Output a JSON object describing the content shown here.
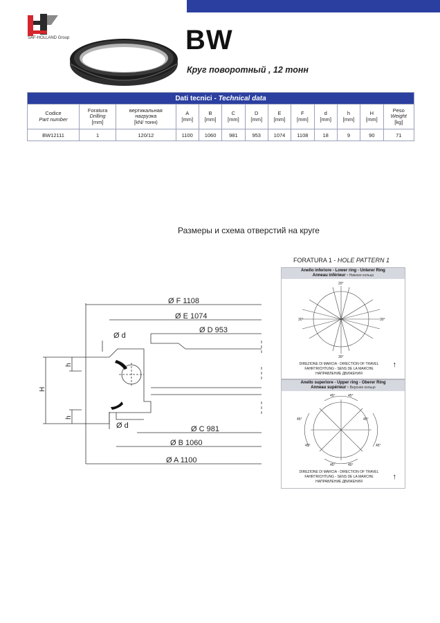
{
  "header": {
    "brand_caption": "SAF-HOLLAND Group",
    "product_code": "BW",
    "product_subtitle": "Круг поворотный , 12 тонн"
  },
  "tech_table": {
    "banner_it": "Dati tecnici - ",
    "banner_en": "Technical data",
    "columns": [
      {
        "l1": "Codice",
        "l2": "Part number",
        "l3": ""
      },
      {
        "l1": "Foratura",
        "l2": "Drilling",
        "l3": "[mm]"
      },
      {
        "l1": "вертикальная",
        "l2": "нагрузка",
        "l3": "[kN/ тонн)"
      },
      {
        "l1": "A",
        "l2": "",
        "l3": "[mm]"
      },
      {
        "l1": "B",
        "l2": "",
        "l3": "[mm]"
      },
      {
        "l1": "C",
        "l2": "",
        "l3": "[mm]"
      },
      {
        "l1": "D",
        "l2": "",
        "l3": "[mm]"
      },
      {
        "l1": "E",
        "l2": "",
        "l3": "[mm]"
      },
      {
        "l1": "F",
        "l2": "",
        "l3": "[mm]"
      },
      {
        "l1": "d",
        "l2": "",
        "l3": "[mm]"
      },
      {
        "l1": "h",
        "l2": "",
        "l3": "[mm]"
      },
      {
        "l1": "H",
        "l2": "",
        "l3": "[mm]"
      },
      {
        "l1": "Peso",
        "l2": "Weight",
        "l3": "[kg]"
      }
    ],
    "row": [
      "BW12111",
      "1",
      "120/12",
      "1100",
      "1060",
      "981",
      "953",
      "1074",
      "1108",
      "18",
      "9",
      "90",
      "71"
    ]
  },
  "diagram": {
    "caption": "Размеры и схема отверстий на круге",
    "dims": {
      "F": "Ø F 1108",
      "E": "Ø E 1074",
      "D": "Ø D 953",
      "C": "Ø C 981",
      "B": "Ø B 1060",
      "A": "Ø A 1100",
      "d_top": "Ø d",
      "d_bottom": "Ø d",
      "h_top": "h",
      "h_bottom": "h",
      "H": "H"
    }
  },
  "hole_pattern": {
    "title_prefix": "FORATURA 1 - ",
    "title_italic": "HOLE PATTERN 1",
    "lower": {
      "head1": "Anello inferiore - Lower ring - Unterer Ring",
      "head2": "Anneau inférieur - ",
      "head2_ru": "Нижнее кольцо",
      "angle_top": "20°",
      "angle_left": "30°",
      "angle_right": "30°",
      "angle_bottom": "30°"
    },
    "upper": {
      "head1": "Anello superiore - Upper ring - Oberer Ring",
      "head2": "Anneau supérieur - ",
      "head2_ru": "Верхнее кольцо",
      "angles": [
        "45°",
        "45°",
        "45°",
        "45°",
        "45°",
        "45°",
        "45°",
        "45°"
      ]
    },
    "footer": {
      "line1": "DIREZIONE DI MARCIA - DIRECTION OF TRAVEL",
      "line2": "FAHRTRICHTUNG - SENS DE LA MARCHE",
      "line3": "НАПРАВЛЕНИЕ ДВИЖЕНИЯ"
    }
  }
}
